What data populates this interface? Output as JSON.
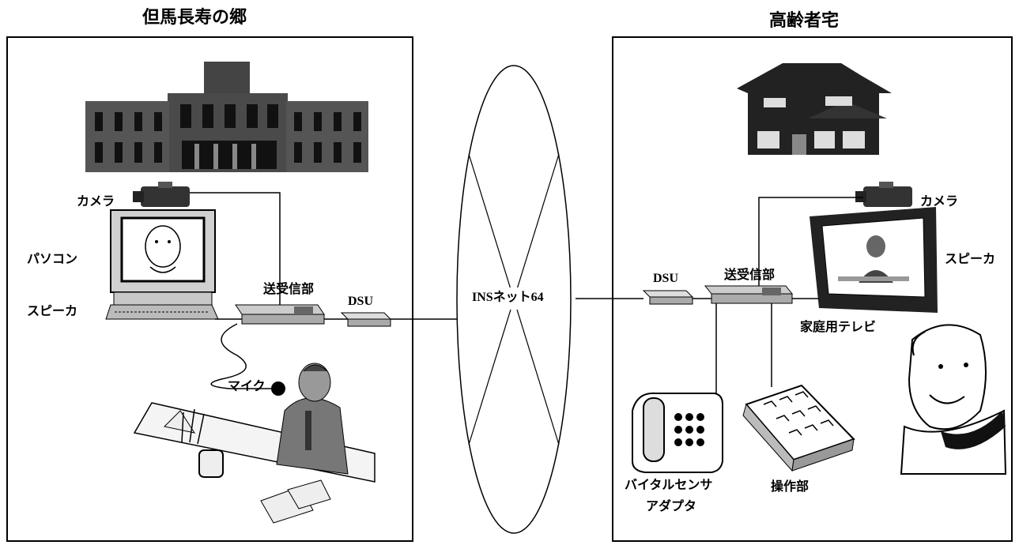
{
  "left_site": {
    "title": "但馬長寿の郷",
    "labels": {
      "camera": "カメラ",
      "pc": "パソコン",
      "speaker": "スピーカ",
      "transceiver": "送受信部",
      "dsu": "DSU",
      "mic": "マイク"
    }
  },
  "network": {
    "label": "INSネット64"
  },
  "right_site": {
    "title": "高齢者宅",
    "labels": {
      "camera": "カメラ",
      "speaker": "スピーカ",
      "dsu": "DSU",
      "transceiver": "送受信部",
      "tv": "家庭用テレビ",
      "vital_line1": "バイタルセンサ",
      "vital_line2": "アダプタ",
      "control": "操作部"
    }
  }
}
